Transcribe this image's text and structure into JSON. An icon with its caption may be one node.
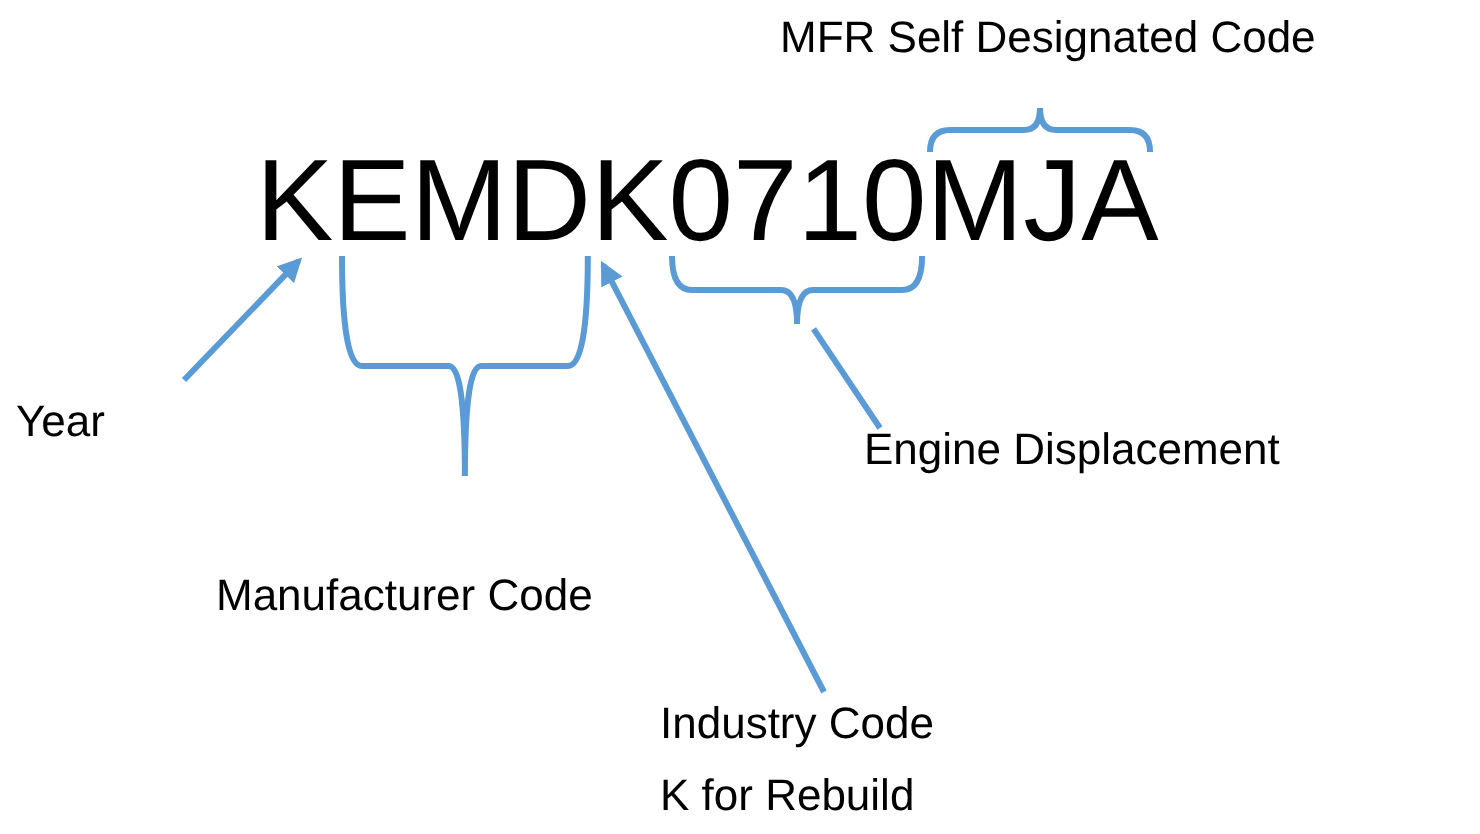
{
  "diagram": {
    "nodes": [
      {
        "text": [
          "KEMDK0710MJA"
        ]
      },
      {
        "text": [
          "MFR Self Designated Code"
        ]
      },
      {
        "text": [
          "Year"
        ]
      },
      {
        "text": [],
        "shape": "bracket"
      },
      {
        "text": [
          "Engine Displacement"
        ]
      },
      {
        "text": [
          "Manufacturer Code"
        ]
      },
      {
        "text": [
          "Industry Code",
          "K for Rebuild"
        ]
      }
    ],
    "edges": [
      {
        "from": 2,
        "to": 0,
        "arrow": "to"
      },
      {
        "from": 4,
        "to": 3,
        "arrow": "none"
      },
      {
        "from": 6,
        "to": 0,
        "arrow": "to"
      }
    ]
  }
}
